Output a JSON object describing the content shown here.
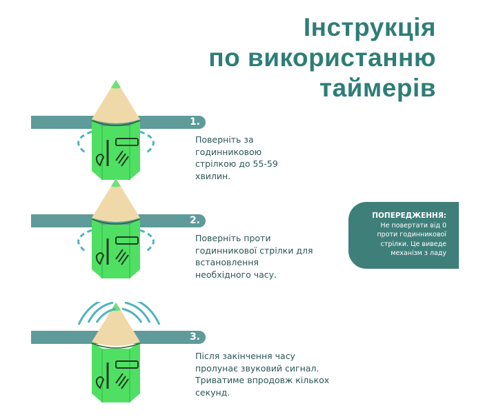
{
  "title": {
    "line1": "Інструкція",
    "line2": "по використанню",
    "line3": "таймерів"
  },
  "steps": [
    {
      "number": "1.",
      "text": [
        "Поверніть за",
        "годинниковою",
        "стрілкою до 55-59",
        "хвилин."
      ]
    },
    {
      "number": "2.",
      "text": [
        "Поверніть проти",
        "годинникової стрілки для",
        "встановлення",
        "необхідного  часу."
      ]
    },
    {
      "number": "3.",
      "text": [
        "Після закінчення часу",
        "пролунає звуковий сигнал.",
        "Триватиме впродовж кількох",
        "секунд."
      ]
    }
  ],
  "warning": {
    "title": "ПОПЕРЕДЖЕННЯ:",
    "text": [
      "Не повертати від 0",
      "проти годинникової",
      "стрілки. Це виведе",
      "механізм з ладу"
    ]
  },
  "colors": {
    "teal": "#2f7d77",
    "bar": "#5e9b9a",
    "pencil_body": "#4fe063",
    "pencil_tip": "#f0d9a8",
    "arrow": "#4db4bd"
  }
}
